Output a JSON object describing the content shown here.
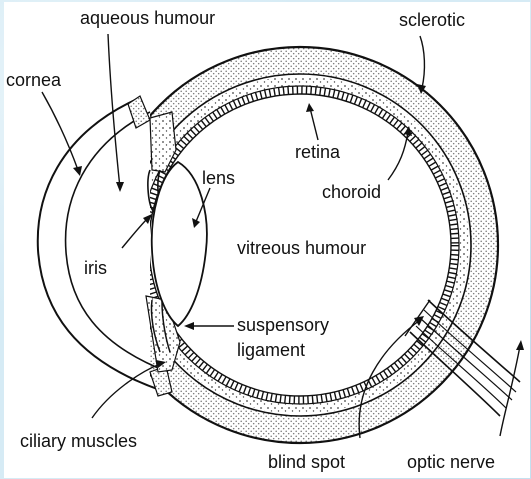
{
  "diagram": {
    "labels": {
      "aqueous_humour": "aqueous humour",
      "sclerotic": "sclerotic",
      "cornea": "cornea",
      "retina": "retina",
      "lens": "lens",
      "choroid": "choroid",
      "iris": "iris",
      "vitreous_humour": "vitreous humour",
      "suspensory": "suspensory",
      "ligament": "ligament",
      "ciliary_muscles": "ciliary muscles",
      "blind_spot": "blind spot",
      "optic_nerve": "optic nerve"
    },
    "colors": {
      "background": "#d6ebf5",
      "paper": "#ffffff",
      "ink": "#111111",
      "stipple": "#9a9a9a"
    }
  }
}
